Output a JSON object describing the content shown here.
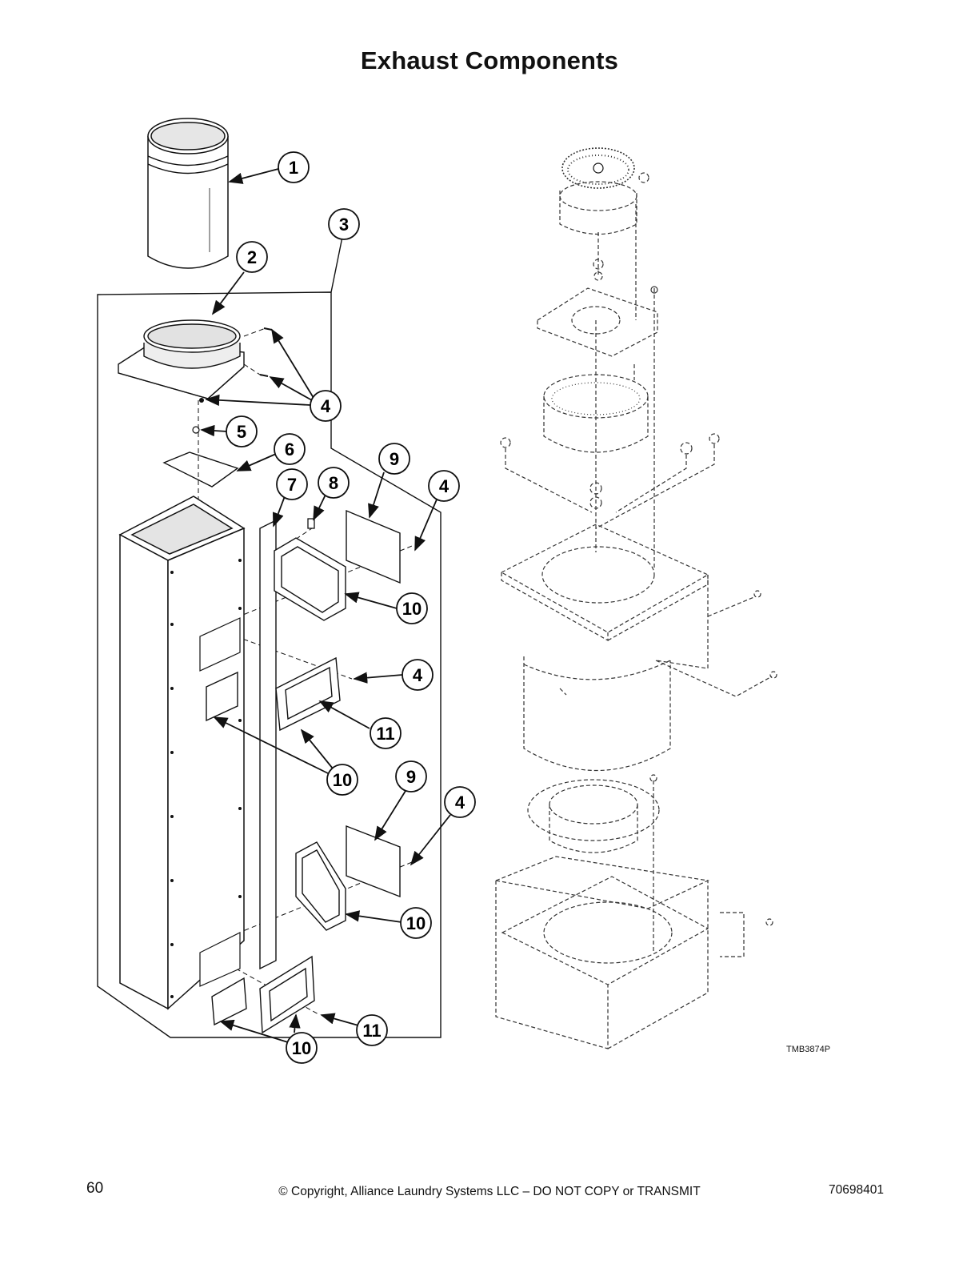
{
  "page": {
    "title": "Exhaust Components",
    "page_number": "60",
    "copyright": "© Copyright, Alliance Laundry Systems LLC – DO NOT COPY or TRANSMIT",
    "document_number": "70698401"
  },
  "figure": {
    "code": "TMB3874P",
    "callouts": [
      "1",
      "2",
      "3",
      "4",
      "4",
      "5",
      "6",
      "7",
      "8",
      "9",
      "4",
      "10",
      "4",
      "11",
      "10",
      "9",
      "4",
      "10",
      "11",
      "10"
    ]
  },
  "colors": {
    "line": "#1a1a1a",
    "fill": "#ffffff",
    "shade": "#dcdcdc"
  }
}
